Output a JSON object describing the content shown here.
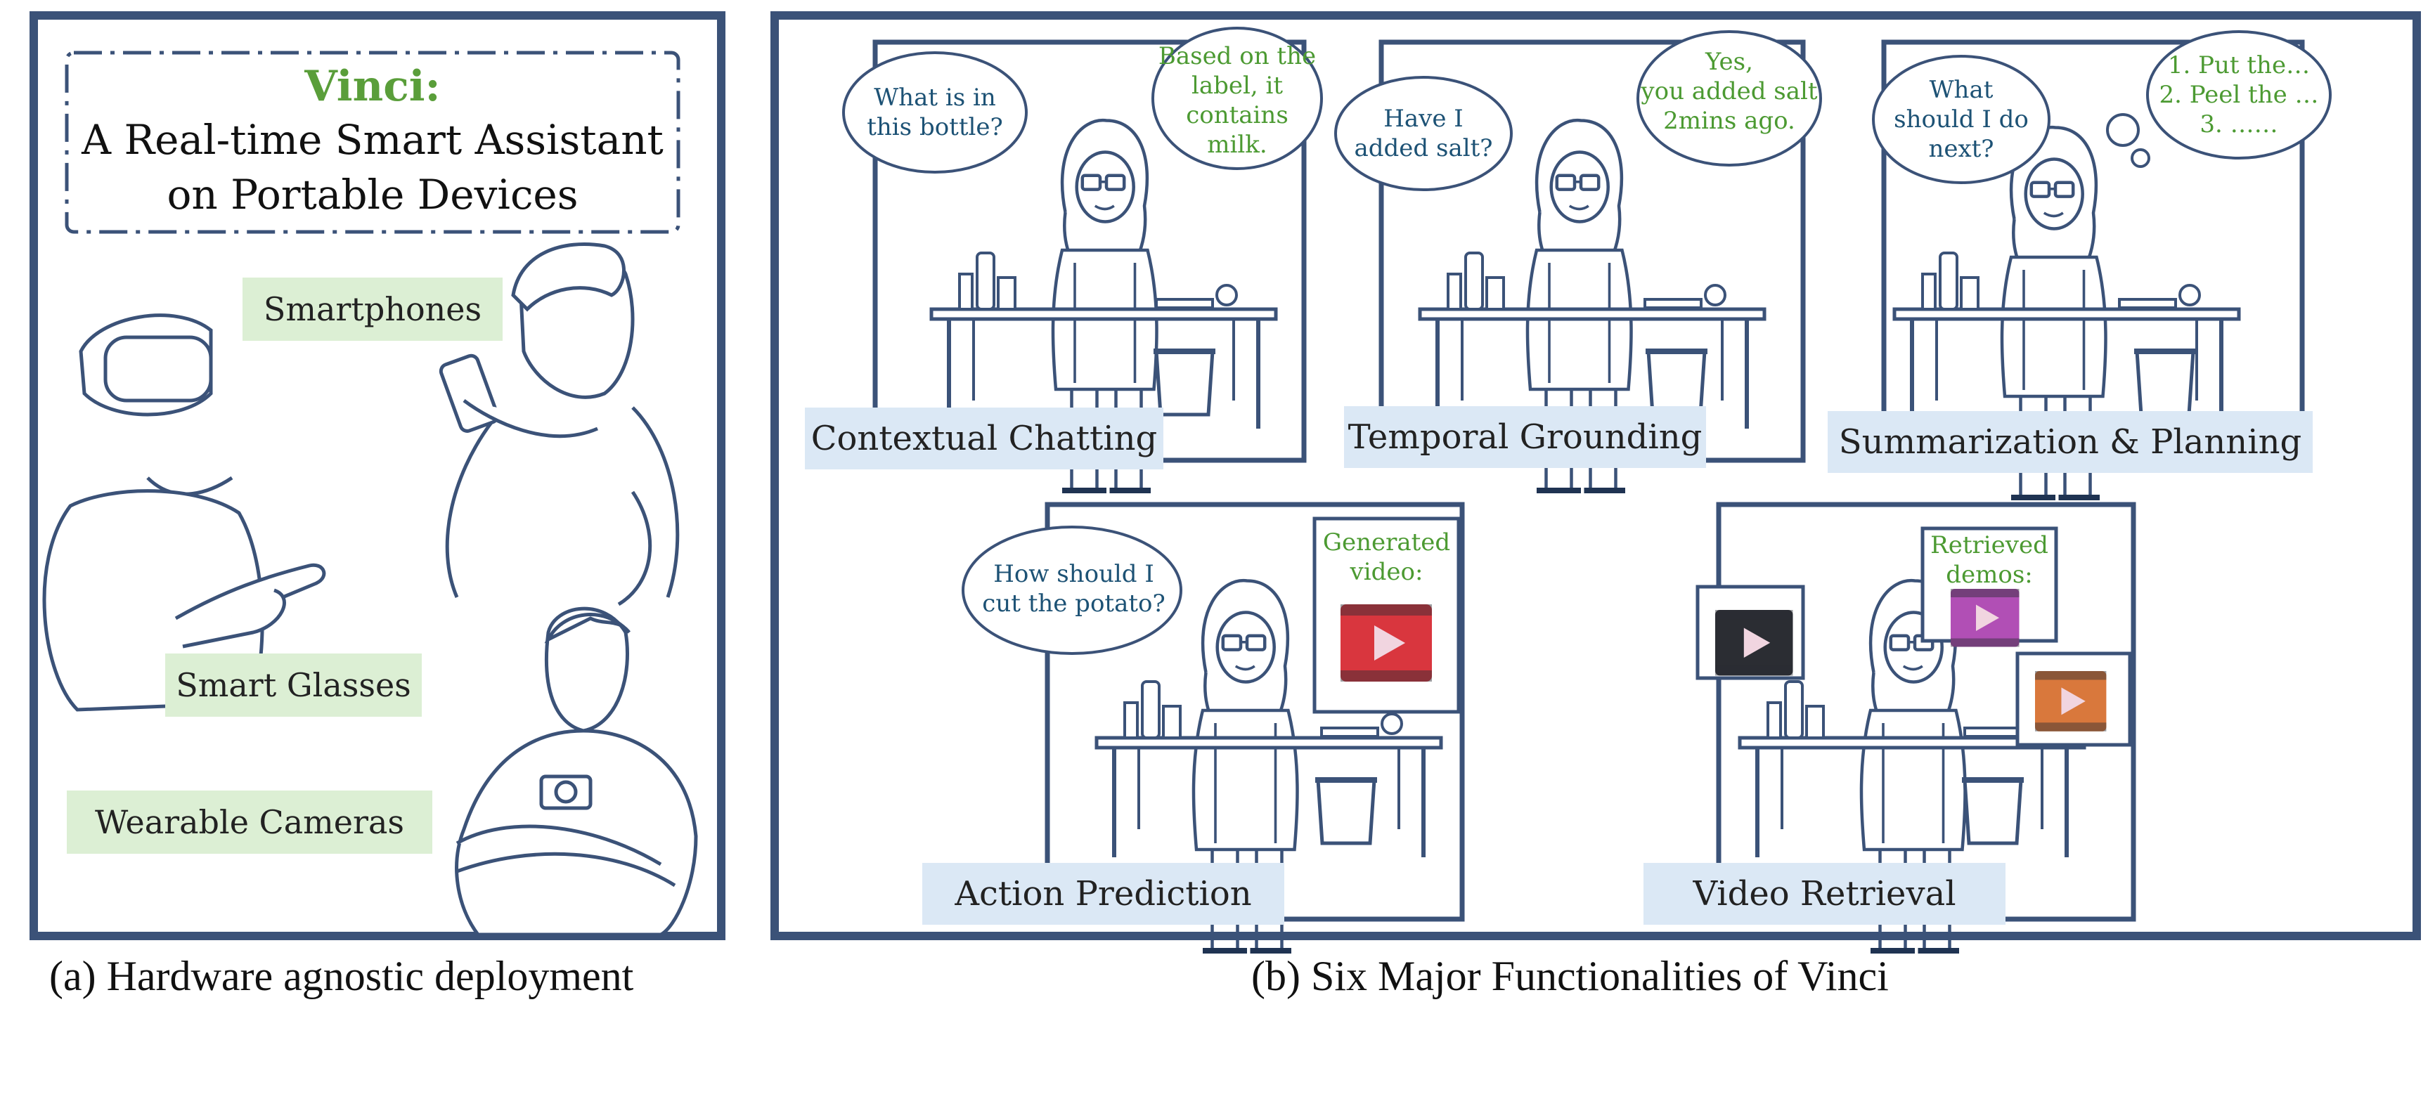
{
  "panel_a": {
    "title_line1": "Vinci:",
    "title_line2": "A Real-time Smart Assistant",
    "title_line3": "on Portable Devices",
    "device_smartphones": "Smartphones",
    "device_glasses": "Smart Glasses",
    "device_cameras": "Wearable Cameras",
    "caption": "(a) Hardware agnostic deployment"
  },
  "panel_b": {
    "caption": "(b) Six Major Functionalities of Vinci",
    "scenes": [
      {
        "label": "Contextual Chatting",
        "question": "What is in\nthis bottle?",
        "answer": "Based on the\nlabel, it contains\nmilk."
      },
      {
        "label": "Temporal Grounding",
        "question": "Have I\nadded salt?",
        "answer": "Yes,\nyou added salt\n2mins ago."
      },
      {
        "label": "Summarization & Planning",
        "question": "What\nshould I do\nnext?",
        "answer": "1. Put the…\n2. Peel the …\n3.  ……"
      },
      {
        "label": "Action Prediction",
        "question": "How should I\ncut the potato?",
        "answer": "Generated\nvideo:"
      },
      {
        "label": "Video Retrieval",
        "question": "",
        "answer": "Retrieved\ndemos:"
      }
    ]
  },
  "colors": {
    "frame": "#3b5278",
    "question_text": "#1d5275",
    "answer_text": "#4c9a32",
    "tag_green": "#dcefd4",
    "label_blue": "#dbe8f5",
    "video_red": "#d9363e",
    "video_dark": "#2b2d33",
    "video_purple": "#b14fb5",
    "video_orange": "#d9783c"
  }
}
